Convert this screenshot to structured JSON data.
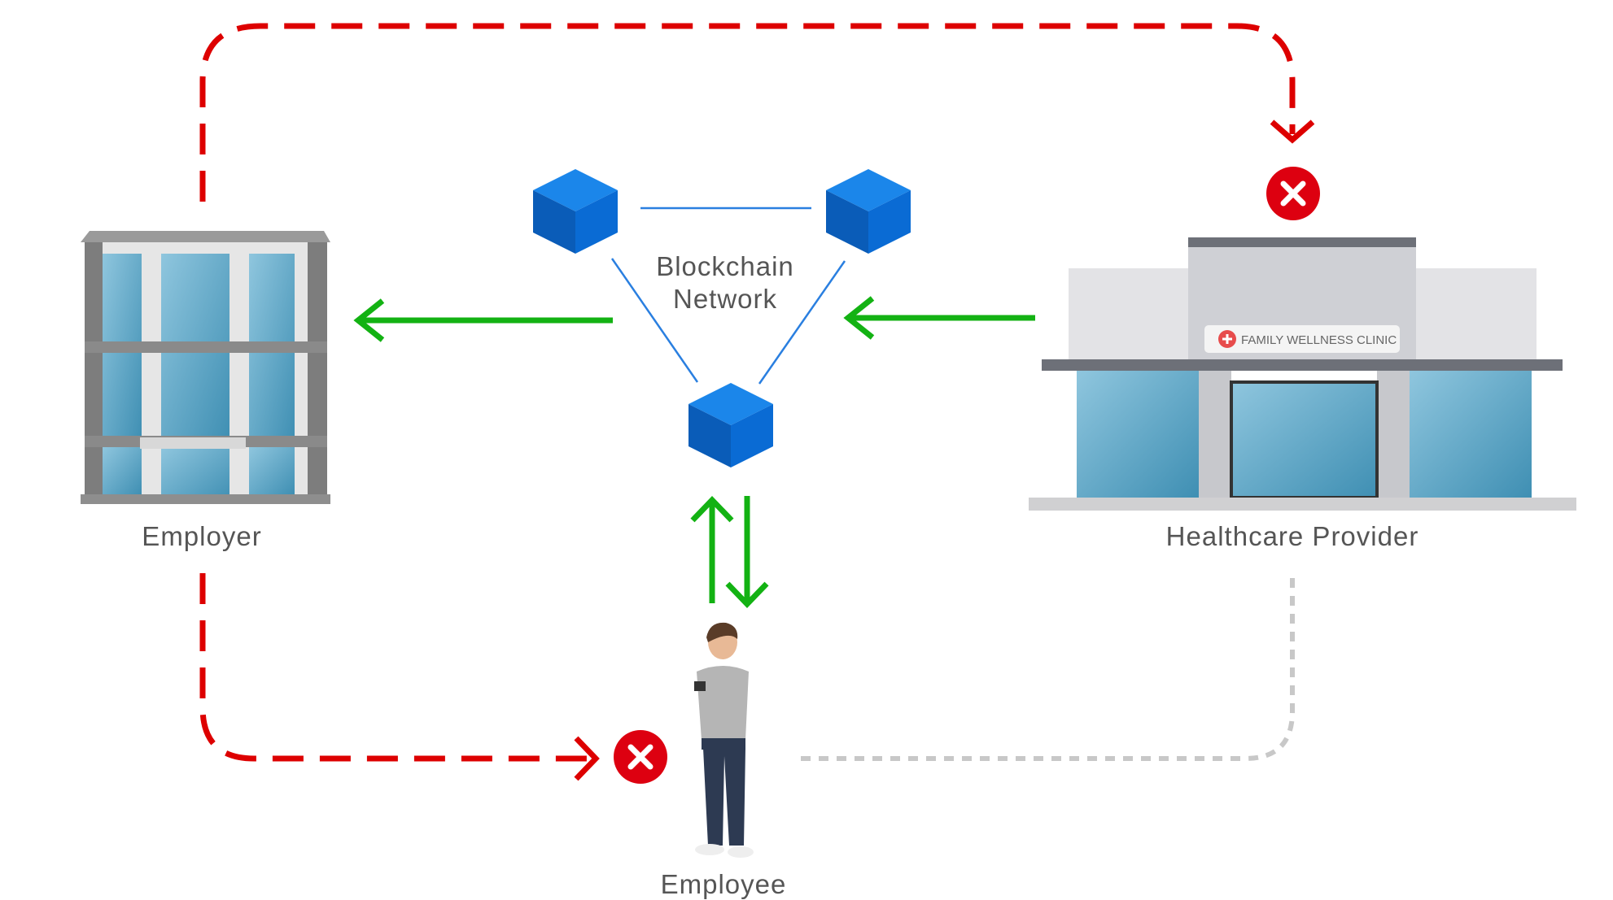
{
  "nodes": {
    "employer": {
      "label": "Employer"
    },
    "healthcare_provider": {
      "label": "Healthcare Provider",
      "sign": "FAMILY WELLNESS CLINIC"
    },
    "employee": {
      "label": "Employee"
    },
    "blockchain": {
      "label_line1": "Blockchain",
      "label_line2": "Network"
    }
  },
  "colors": {
    "blocked_path": "#dd0000",
    "data_flow": "#13b213",
    "blockchain_node": "#0a6bd4",
    "link": "#2a7fe0",
    "indirect_path": "#c8c8c8"
  },
  "icons": {
    "blocked": "x-circle-icon",
    "node": "cube-icon"
  }
}
